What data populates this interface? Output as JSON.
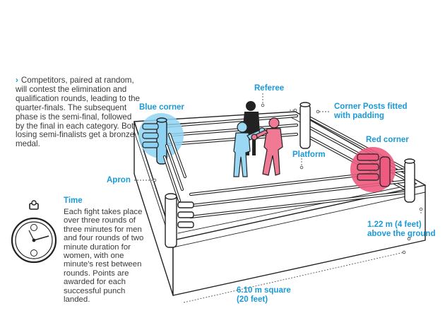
{
  "intro": {
    "chevron": "›",
    "text": "Competitors, paired at random, will contest the elimination and qualification rounds, leading to the quarter-finals. The subsequent phase is the semi-final, followed by the final in each category. Both losing semi-finalists get a bronze medal."
  },
  "labels": {
    "referee": "Referee",
    "corner_posts": [
      "Corner Posts fitted",
      "with padding"
    ],
    "blue_corner": "Blue corner",
    "red_corner": "Red corner",
    "platform": "Platform",
    "apron": "Apron",
    "height": [
      "1.22 m (4 feet)",
      "above the ground"
    ],
    "size": [
      "6.10 m square",
      "(20 feet)"
    ]
  },
  "time": {
    "heading": "Time",
    "text": "Each fight takes place over three rounds of three minutes for men and four rounds of two minute duration for women, with one minute's rest between rounds. Points are awarded for each successful punch landed."
  },
  "colors": {
    "accent": "#1a9ad6",
    "blue_corner": "#8fd3f2",
    "red_corner": "#ee5a80",
    "blue_boxer": "#9ad8f4",
    "red_boxer": "#f07a94",
    "referee": "#222222"
  },
  "icons": [
    "stopwatch-icon",
    "chevron-right-icon"
  ]
}
